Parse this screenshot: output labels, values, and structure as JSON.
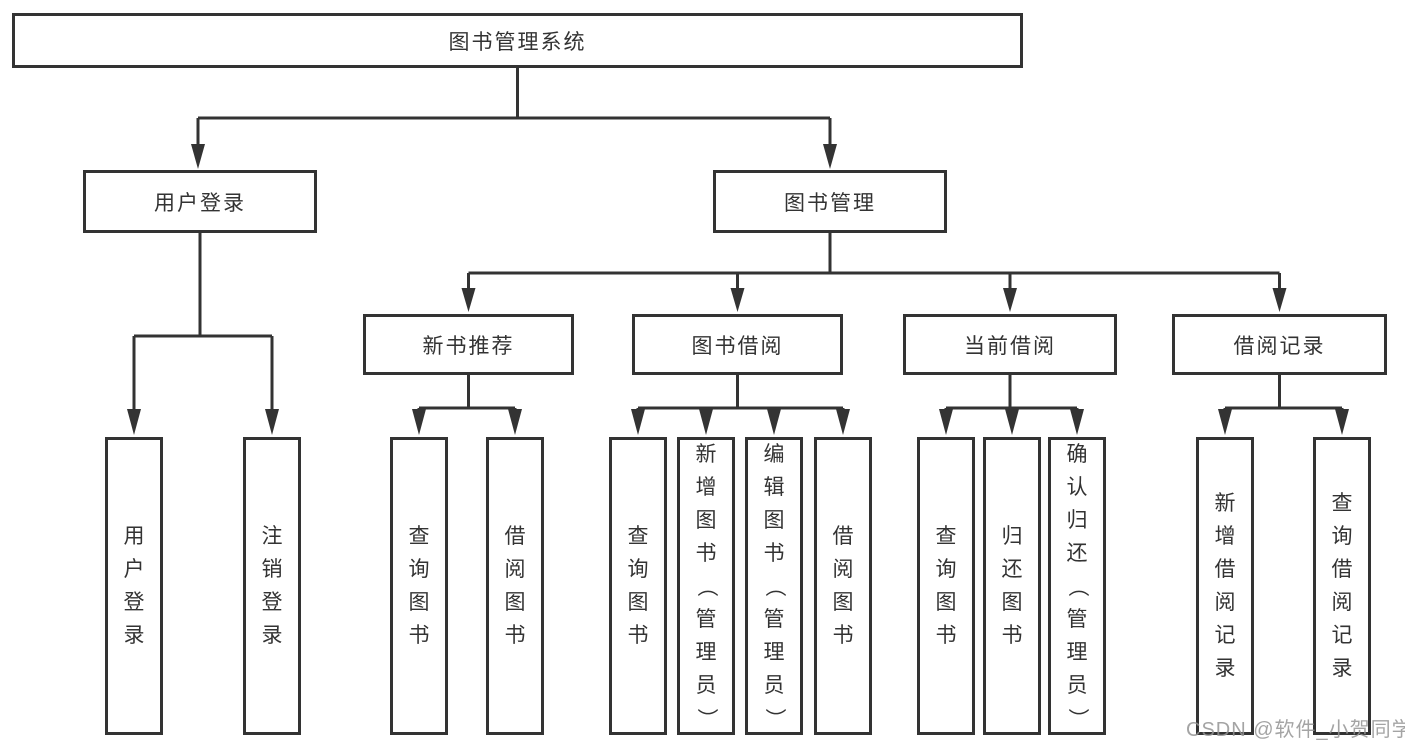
{
  "tree": {
    "root": {
      "label": "图书管理系统"
    },
    "user": {
      "label": "用户登录",
      "children": [
        {
          "label": "用户登录"
        },
        {
          "label": "注销登录"
        }
      ]
    },
    "book": {
      "label": "图书管理",
      "sections": [
        {
          "label": "新书推荐",
          "children": [
            {
              "label": "查询图书"
            },
            {
              "label": "借阅图书"
            }
          ]
        },
        {
          "label": "图书借阅",
          "children": [
            {
              "label": "查询图书"
            },
            {
              "label": "新增图书（管理员）"
            },
            {
              "label": "编辑图书（管理员）"
            },
            {
              "label": "借阅图书"
            }
          ]
        },
        {
          "label": "当前借阅",
          "children": [
            {
              "label": "查询图书"
            },
            {
              "label": "归还图书"
            },
            {
              "label": "确认归还（管理员）"
            }
          ]
        },
        {
          "label": "借阅记录",
          "children": [
            {
              "label": "新增借阅记录"
            },
            {
              "label": "查询借阅记录"
            }
          ]
        }
      ]
    }
  },
  "watermark": {
    "text": "CSDN @软件_小贺同学"
  },
  "colors": {
    "background": "#ffffff",
    "line": "#333333",
    "box_border": "#333333",
    "text": "#333333",
    "watermark": "#949494"
  }
}
